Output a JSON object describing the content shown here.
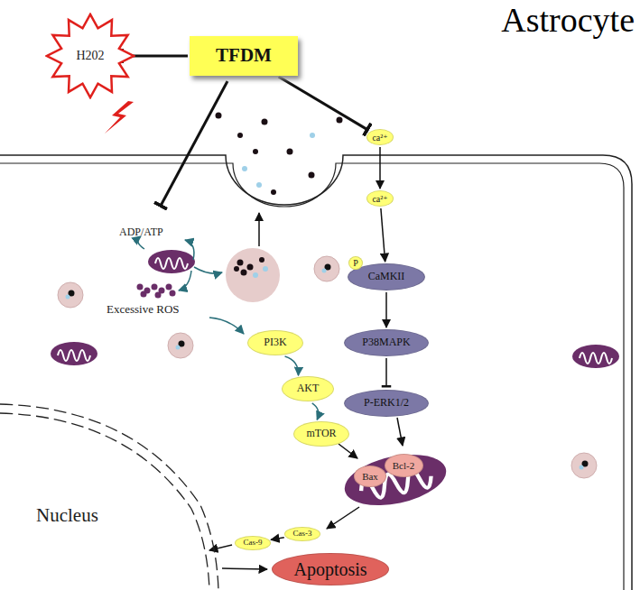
{
  "diagram": {
    "title": "Astrocyte",
    "nodes": [
      {
        "text": [
          "H202"
        ]
      },
      {
        "text": [
          "TFDM"
        ]
      },
      {
        "text": [
          "ca²⁺"
        ]
      },
      {
        "text": [
          "ca²⁺"
        ]
      },
      {
        "text": [
          "P"
        ]
      },
      {
        "text": [
          "CaMKII"
        ]
      },
      {
        "text": [
          "PI3K"
        ]
      },
      {
        "text": [
          "P38MAPK"
        ]
      },
      {
        "text": [
          "AKT"
        ]
      },
      {
        "text": [
          "P-ERK1/2"
        ]
      },
      {
        "text": [
          "mTOR"
        ]
      },
      {
        "text": [
          "Bax"
        ]
      },
      {
        "text": [
          "Bcl-2"
        ]
      },
      {
        "text": [
          "Cas-3"
        ]
      },
      {
        "text": [
          "Cas-9"
        ]
      },
      {
        "text": [
          "Apoptosis"
        ]
      }
    ],
    "edges": [
      {
        "from": 1,
        "to": 0,
        "arrow": "to"
      },
      {
        "from": 1,
        "to": 2,
        "arrow": "to"
      },
      {
        "from": 2,
        "to": 3,
        "arrow": "to"
      },
      {
        "from": 3,
        "to": 5,
        "arrow": "to"
      },
      {
        "from": 5,
        "to": 7,
        "arrow": "to"
      },
      {
        "from": 7,
        "to": 9,
        "arrow": "to"
      },
      {
        "from": 6,
        "to": 8,
        "arrow": "to"
      },
      {
        "from": 8,
        "to": 10,
        "arrow": "to"
      },
      {
        "from": 13,
        "to": 14,
        "arrow": "to"
      }
    ],
    "labels": [
      "ADP/ATP",
      "Excessive ROS",
      "Nucleus"
    ]
  }
}
